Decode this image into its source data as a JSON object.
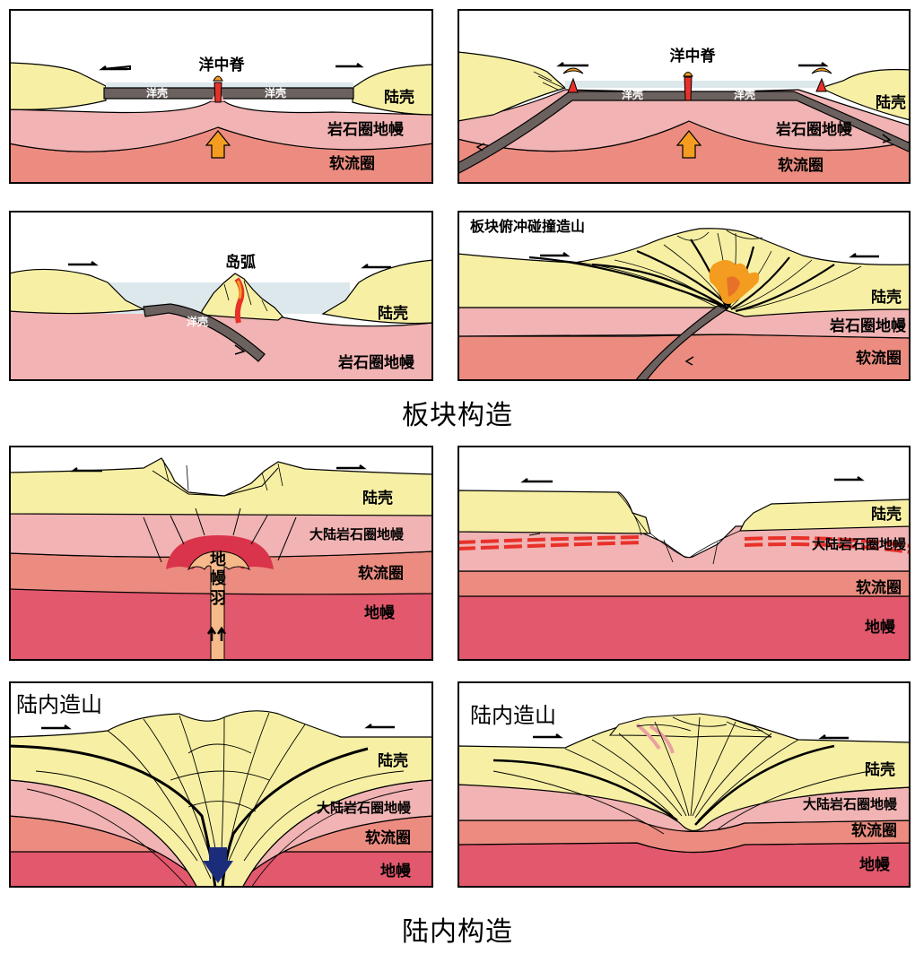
{
  "captions": {
    "plate_tectonics": "板块构造",
    "intracontinental": "陆内构造"
  },
  "panels": {
    "p1": {
      "ridge": "洋中脊",
      "oc_left": "洋壳",
      "oc_right": "洋壳",
      "crust": "陆壳",
      "lith": "岩石圈地幔",
      "asth": "软流圈"
    },
    "p2": {
      "ridge": "洋中脊",
      "oc_left": "洋壳",
      "oc_right": "洋壳",
      "crust": "陆壳",
      "lith": "岩石圈地幔",
      "asth": "软流圈"
    },
    "p3": {
      "arc": "岛弧",
      "oc": "洋壳",
      "crust": "陆壳",
      "lith": "岩石圈地幔"
    },
    "p4": {
      "title": "板块俯冲碰撞造山",
      "crust": "陆壳",
      "lith": "岩石圈地幔",
      "asth": "软流圈"
    },
    "p5": {
      "crust": "陆壳",
      "clith": "大陆岩石圈地幔",
      "asth": "软流圈",
      "mantle": "地幔",
      "plume1": "地",
      "plume2": "幔",
      "plume3": "羽"
    },
    "p6": {
      "crust": "陆壳",
      "clith": "大陆岩石圈地幔",
      "asth": "软流圈",
      "mantle": "地幔"
    },
    "p7": {
      "title": "陆内造山",
      "crust": "陆壳",
      "clith": "大陆岩石圈地幔",
      "asth": "软流圈",
      "mantle": "地幔"
    },
    "p8": {
      "title": "陆内造山",
      "crust": "陆壳",
      "clith": "大陆岩石圈地幔",
      "asth": "软流圈",
      "mantle": "地幔"
    }
  },
  "colors": {
    "crust": "#f7f0a4",
    "lithosphere": "#f1b3b3",
    "asthenosphere": "#ea8b80",
    "mantle": "#e2586c",
    "ocean_crust": "#6b625f",
    "sea": "#dde8ec",
    "magma": "#e8312a",
    "plume": "#f6b98a",
    "arrow": "#f39c1f",
    "blue_arrow": "#1b2d7a"
  }
}
